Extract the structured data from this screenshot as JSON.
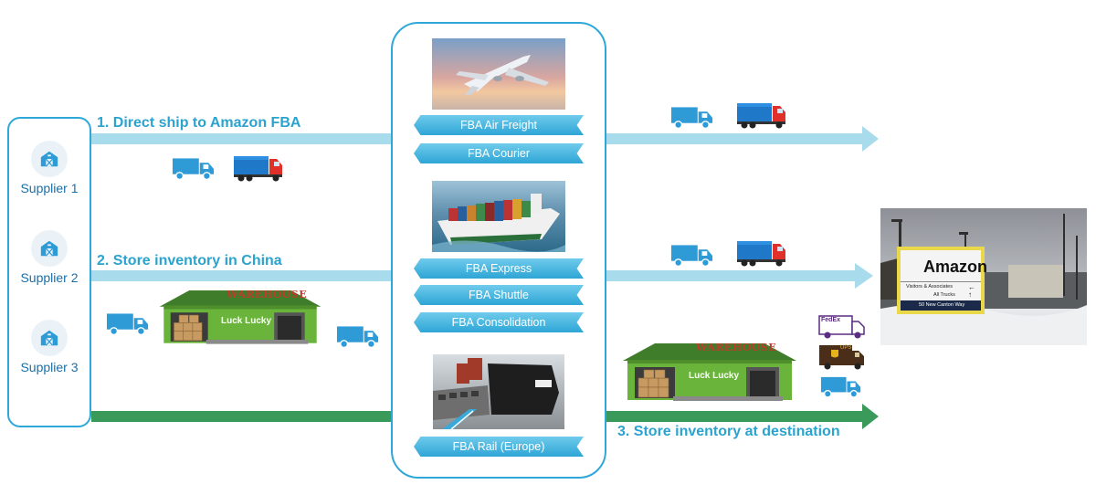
{
  "suppliers": [
    "Supplier 1",
    "Supplier 2",
    "Supplier 3"
  ],
  "routes": {
    "route1": "1. Direct ship to Amazon FBA",
    "route2": "2. Store inventory in China",
    "route3": "3. Store inventory at destination"
  },
  "services": {
    "air_freight": "FBA Air Freight",
    "courier": "FBA Courier",
    "express": "FBA Express",
    "shuttle": "FBA Shuttle",
    "consolidation": "FBA Consolidation",
    "rail": "FBA Rail (Europe)"
  },
  "warehouse": {
    "sign": "WAREHOUSE",
    "brand": "Luck Lucky"
  },
  "destination": {
    "sign_title": "Amazon",
    "line1": "Visitors & Associates",
    "line2": "All Trucks",
    "address": "50 New Canton Way"
  },
  "carriers": {
    "fedex": "FedEx",
    "ups": "UPS"
  },
  "colors": {
    "blue_arrow": "#a8dcec",
    "green_arrow": "#3a9a5a",
    "label_blue": "#2aa3cf",
    "truck_blue": "#2e9bd6",
    "truck_red": "#e0302a",
    "warehouse_green": "#6ab43c"
  },
  "icons": [
    "barn-icon",
    "blue-truck-icon",
    "blue-red-truck-icon",
    "warehouse-icon",
    "fedex-van-icon",
    "ups-van-icon",
    "airplane-photo",
    "container-ship-photo",
    "freight-train-photo",
    "amazon-sign-photo"
  ]
}
